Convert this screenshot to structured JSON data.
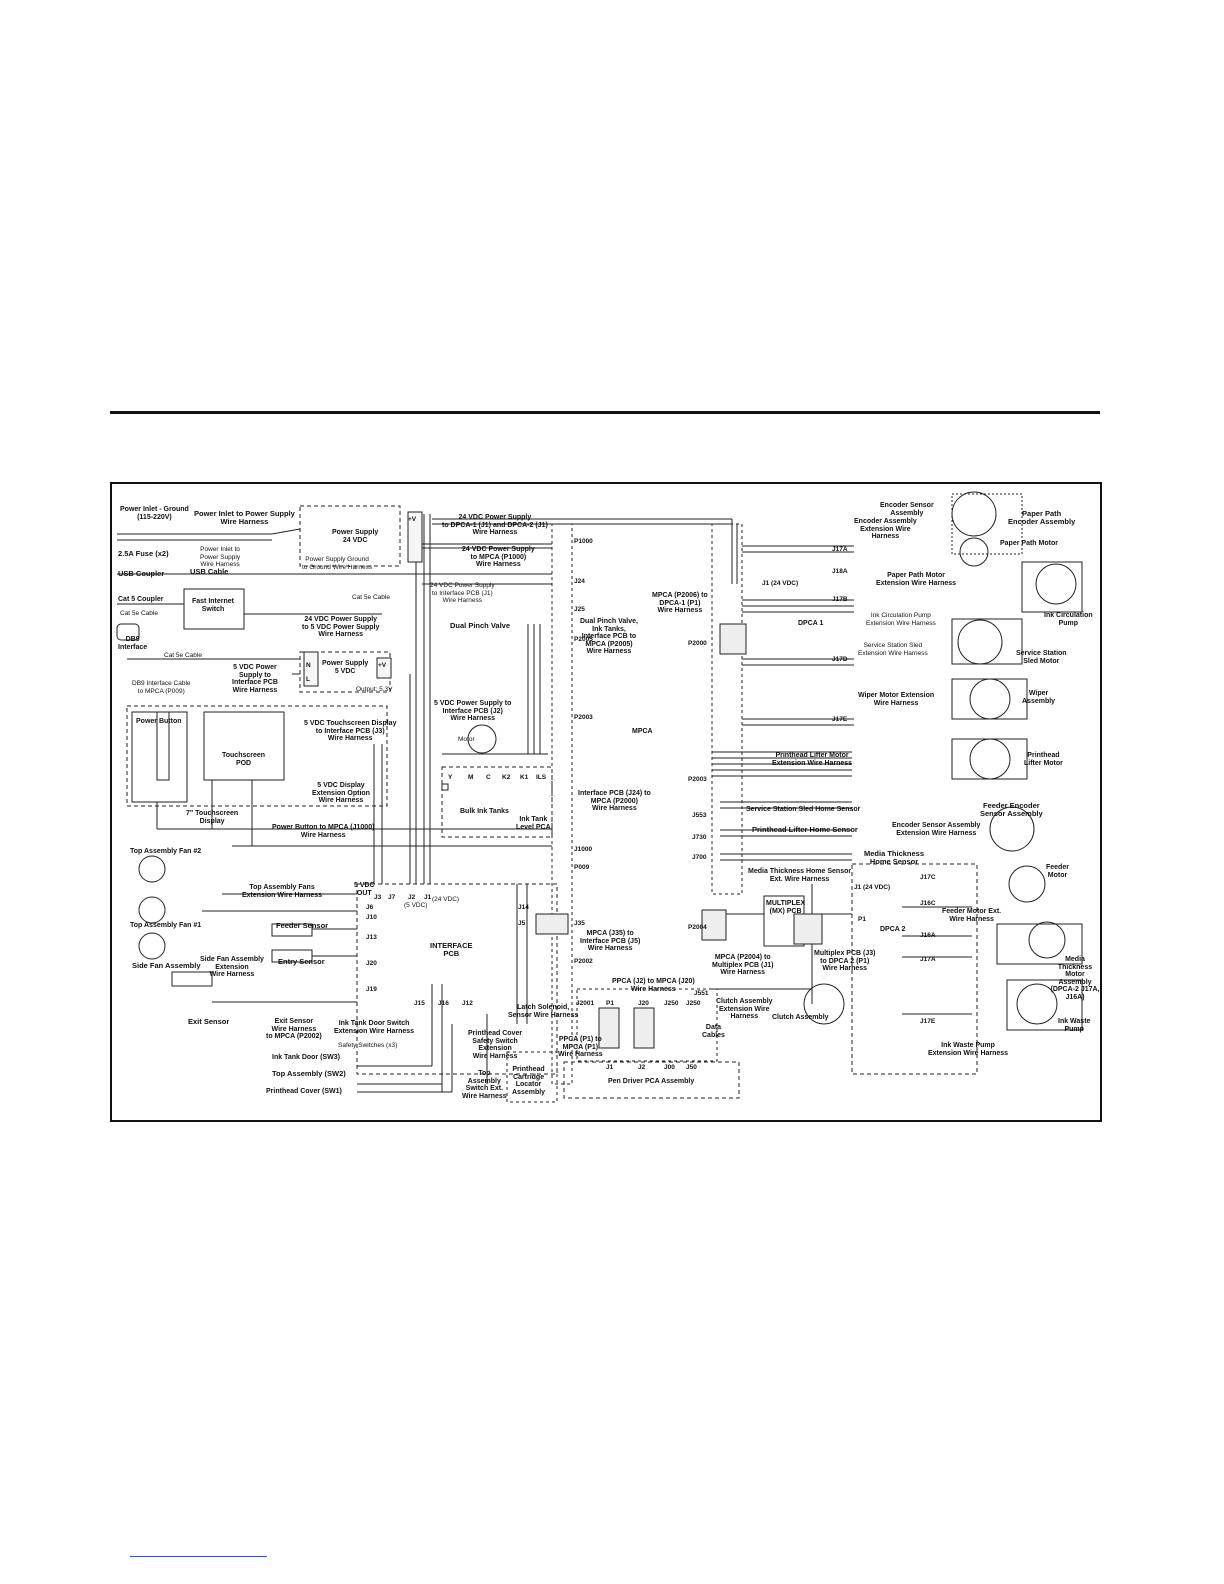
{
  "diagram": {
    "labels": {
      "power_inlet_ground": "Power Inlet - Ground\n(115-220V)",
      "power_inlet_to_ps": "Power Inlet to Power Supply\nWire Harness",
      "fuse": "2.5A Fuse (x2)",
      "power_inlet_to_ps_2": "Power Inlet to\nPower Supply\nWire Harness",
      "usb_coupler": "USB Coupler",
      "usb_cable": "USB Cable",
      "cat5_coupler": "Cat 5 Coupler",
      "cat5e_cable_1": "Cat 5e Cable",
      "db9_interface": "DB9\nInterface",
      "db9_cable": "DB9 Interface Cable\nto MPCA (P009)",
      "fast_internet_switch": "Fast Internet\nSwitch",
      "cat5e_cable_2": "Cat 5e Cable",
      "cat5e_cable_3": "Cat 5e Cable",
      "ps_24": "Power Supply\n24 VDC",
      "ps_ground": "Power Supply Ground\nto Ground Wire Harness",
      "ps_24_harness_a": "24 VDC Power Supply\nto DPCA-1 (J1) and DPCA-2 (J1)\nWire Harness",
      "ps_24_harness_b": "24 VDC Power Supply\nto MPCA (P1000)\nWire Harness",
      "ps_24_harness_c": "24 VDC Power Supply\nto Interface PCB (J1)\nWire Harness",
      "ps_24_to_5": "24 VDC Power Supply\nto 5 VDC Power Supply\nWire Harness",
      "ps_5": "Power Supply\n5 VDC",
      "ps_5_to_iface": "5 VDC Power\nSupply to\nInterface PCB\nWire Harness",
      "ps_5_to_iface_j2": "5 VDC Power Supply to\nInterface PCB (J2)\nWire Harness",
      "power_button": "Power Button",
      "touchscreen_pod": "Touchscreen\nPOD",
      "touch_display": "7\" Touchscreen\nDisplay",
      "ts_display_harness": "5 VDC Touchscreen Display\nto Interface PCB (J3)\nWire Harness",
      "display_ext": "5 VDC Display\nExtension Option\nWire Harness",
      "pb_to_mpca": "Power Button to MPCA (J1000)\nWire Harness",
      "dual_pinch_valve": "Dual Pinch Valve",
      "pinch_harness": "Dual Pinch Valve,\nInk Tanks,\nInterface PCB to\nMPCA (P2005)\nWire Harness",
      "bulk_ink_tanks": "Bulk Ink Tanks",
      "ink_tank_level": "Ink Tank\nLevel PCA",
      "iface_to_mpca": "Interface PCB (J24) to\nMPCA (P2000)\nWire Harness",
      "mpca": "MPCA",
      "mpca_to_dpca": "MPCA (P2006) to\nDPCA-1 (P1)\nWire Harness",
      "dpca1": "DPCA 1",
      "dpca2": "DPCA 2",
      "top_fan2": "Top Assembly Fan #2",
      "top_fans_harness": "Top Assembly Fans\nExtension Wire Harness",
      "top_fan1": "Top Assembly Fan #1",
      "side_fan": "Side Fan Assembly",
      "side_fan_ext": "Side Fan Assembly\nExtension\nWire Harness",
      "feeder_sensor": "Feeder Sensor",
      "entry_sensor": "Entry Sensor",
      "interface_pcb": "INTERFACE\nPCB",
      "exit_sensor": "Exit Sensor",
      "exit_sensor_harness": "Exit Sensor\nWire Harness\nto MPCA (P2002)",
      "ink_tank_door_ext": "Ink Tank Door Switch\nExtension Wire Harness",
      "safety_switches": "Safety Switches (x3)",
      "ink_tank_door": "Ink Tank Door (SW3)",
      "top_assembly_sw": "Top Assembly (SW2)",
      "printhead_cover": "Printhead Cover (SW1)",
      "top_switch_ext": "Top\nAssembly\nSwitch Ext.\nWire Harness",
      "printhead_cover_safety": "Printhead Cover\nSafety Switch\nExtension\nWire Harness",
      "latch_solenoid": "Latch Solenoid,\nSensor Wire Harness",
      "mpca_j35": "MPCA (J35) to\nInterface PCB (J5)\nWire Harness",
      "ppca_j2": "PPCA (J2) to MPCA (J20)\nWire Harness",
      "ppca_p1": "PPCA (P1) to\nMPCA (P1)\nWire Harness",
      "printhead_cartridge": "Printhead\nCartridge\nLocator\nAssembly",
      "pen_driver": "Pen Driver PCA Assembly",
      "data_cables": "Data\nCables",
      "multiplex_pcb": "MULTIPLEX\n(MX) PCB",
      "mpca_multiplex": "MPCA (P2004) to\nMultiplex PCB (J1)\nWire Harness",
      "multiplex_dpca2": "Multiplex PCB (J3)\nto DPCA 2 (P1)\nWire Harness",
      "clutch_ext": "Clutch Assembly\nExtension Wire\nHarness",
      "clutch_assembly": "Clutch Assembly",
      "encoder_sensor_asm": "Encoder Sensor\nAssembly",
      "paper_path_encoder": "Paper Path\nEncoder Assembly",
      "encoder_ext": "Encoder Assembly\nExtension Wire\nHarness",
      "paper_path_motor": "Paper Path Motor",
      "pp_motor_ext": "Paper Path Motor\nExtension Wire Harness",
      "ink_circ_pump": "Ink Circulation\nPump",
      "ink_circ_ext": "Ink Circulation Pump\nExtension Wire Harness",
      "service_sled_ext": "Service Station Sled\nExtension Wire Harness",
      "service_sled_motor": "Service Station\nSled Motor",
      "wiper_ext": "Wiper Motor Extension\nWire Harness",
      "wiper_assembly": "Wiper\nAssembly",
      "printhead_lifter_ext": "Printhead Lifter Motor\nExtension Wire Harness",
      "printhead_lifter_motor": "Printhead\nLifter Motor",
      "service_home_sensor": "Service Station Sled Home Sensor",
      "printhead_home_sensor": "Printhead Lifter Home Sensor",
      "media_thickness_home": "Media Thickness\nHome Sensor",
      "media_thickness_ext": "Media Thickness Home Sensor\nExt. Wire Harness",
      "feeder_encoder_ext": "Encoder Sensor Assembly\nExtension Wire Harness",
      "feeder_encoder": "Feeder Encoder\nSensor Assembly",
      "feeder_motor": "Feeder\nMotor",
      "feeder_motor_ext": "Feeder Motor Ext.\nWire Harness",
      "media_thickness_motor": "Media Thickness\nMotor Assembly\n(DPCA-2 J17A, J16A)",
      "ink_waste_pump": "Ink Waste\nPump",
      "ink_waste_ext": "Ink Waste Pump\nExtension Wire Harness",
      "motor": "Motor",
      "ps_5_output": "Output: 5.3V"
    },
    "connectors": {
      "p1000": "P1000",
      "j24": "J24",
      "j25": "J25",
      "p2005": "P2005",
      "p2003": "P2003",
      "j1000": "J1000",
      "p009": "P009",
      "j3": "J3",
      "j7": "J7",
      "j2": "J2",
      "j1": "J1",
      "j2_note": "(5 VDC)",
      "j1_note": "(24 VDC)",
      "j5_vdc": "5 VDC\nOUT",
      "j6": "J6",
      "j10": "J10",
      "j13": "J13",
      "j20": "J20",
      "j19": "J19",
      "j15": "J15",
      "j16": "J16",
      "j12": "J12",
      "j14": "J14",
      "j35": "J35",
      "j5": "J5",
      "p2002": "P2002",
      "j2001": "J2001",
      "p1": "P1",
      "j20b": "J20",
      "j250": "J250",
      "j1_": "J1",
      "j2_": "J2",
      "j00": "J00",
      "j50": "J50",
      "j551": "J551",
      "p2004": "P2004",
      "p2000": "P2000",
      "p2006": "P2006",
      "j1_24": "J1 (24 VDC)",
      "p1_dpca2": "P1",
      "j1_dpca2": "J1 (24 VDC)",
      "j17a": "J17A",
      "j18a": "J18A",
      "j17b": "J17B",
      "j17d": "J17D",
      "j17e": "J17E",
      "j17c": "J17C",
      "j16c": "J16C",
      "j16a": "J16A",
      "j17a2": "J17A",
      "j17e2": "J17E",
      "j553": "J553",
      "j730": "J730",
      "j700": "J700",
      "v": "+V",
      "n": "N",
      "l": "L",
      "y": "Y",
      "m": "M",
      "c": "C",
      "k2": "K2",
      "k1": "K1",
      "ls": "ILS"
    }
  }
}
